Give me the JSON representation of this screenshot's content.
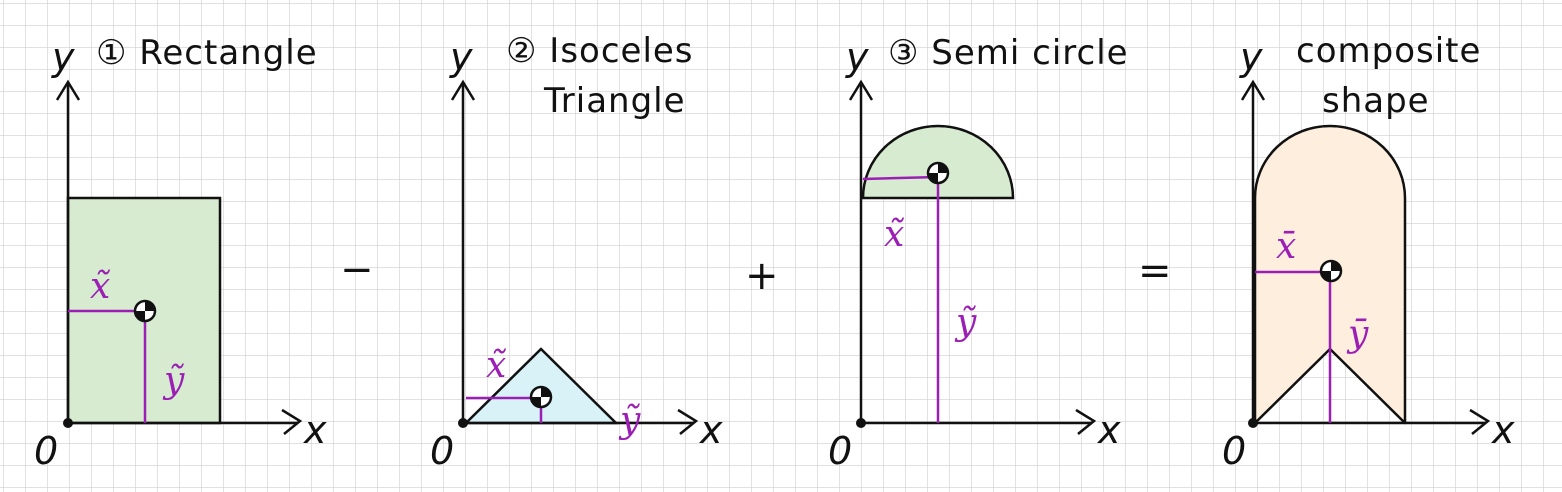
{
  "colors": {
    "grid": "#cfcfcf",
    "axis": "#111111",
    "rectangle_fill": "#d6ebd0",
    "triangle_fill": "#d9f2f7",
    "semicircle_fill": "#d6ebd0",
    "composite_fill": "#fdeedd",
    "centroid_lines": "#9b1fb5"
  },
  "panels": [
    {
      "y_label": "y",
      "x_label": "x",
      "origin_label": "0",
      "title_line1": "① Rectangle",
      "title_line2": "",
      "xc_label": "x̃",
      "yc_label": "ỹ"
    },
    {
      "y_label": "y",
      "x_label": "x",
      "origin_label": "0",
      "title_line1": "② Isoceles",
      "title_line2": "Triangle",
      "xc_label": "x̃",
      "yc_label": "ỹ"
    },
    {
      "y_label": "y",
      "x_label": "x",
      "origin_label": "0",
      "title_line1": "③ Semi circle",
      "title_line2": "",
      "xc_label": "x̃",
      "yc_label": "ỹ"
    },
    {
      "y_label": "y",
      "x_label": "x",
      "origin_label": "0",
      "title_line1": "composite",
      "title_line2": "shape",
      "xc_label": "x̄",
      "yc_label": "ȳ"
    }
  ],
  "operators": [
    "−",
    "+",
    "="
  ]
}
